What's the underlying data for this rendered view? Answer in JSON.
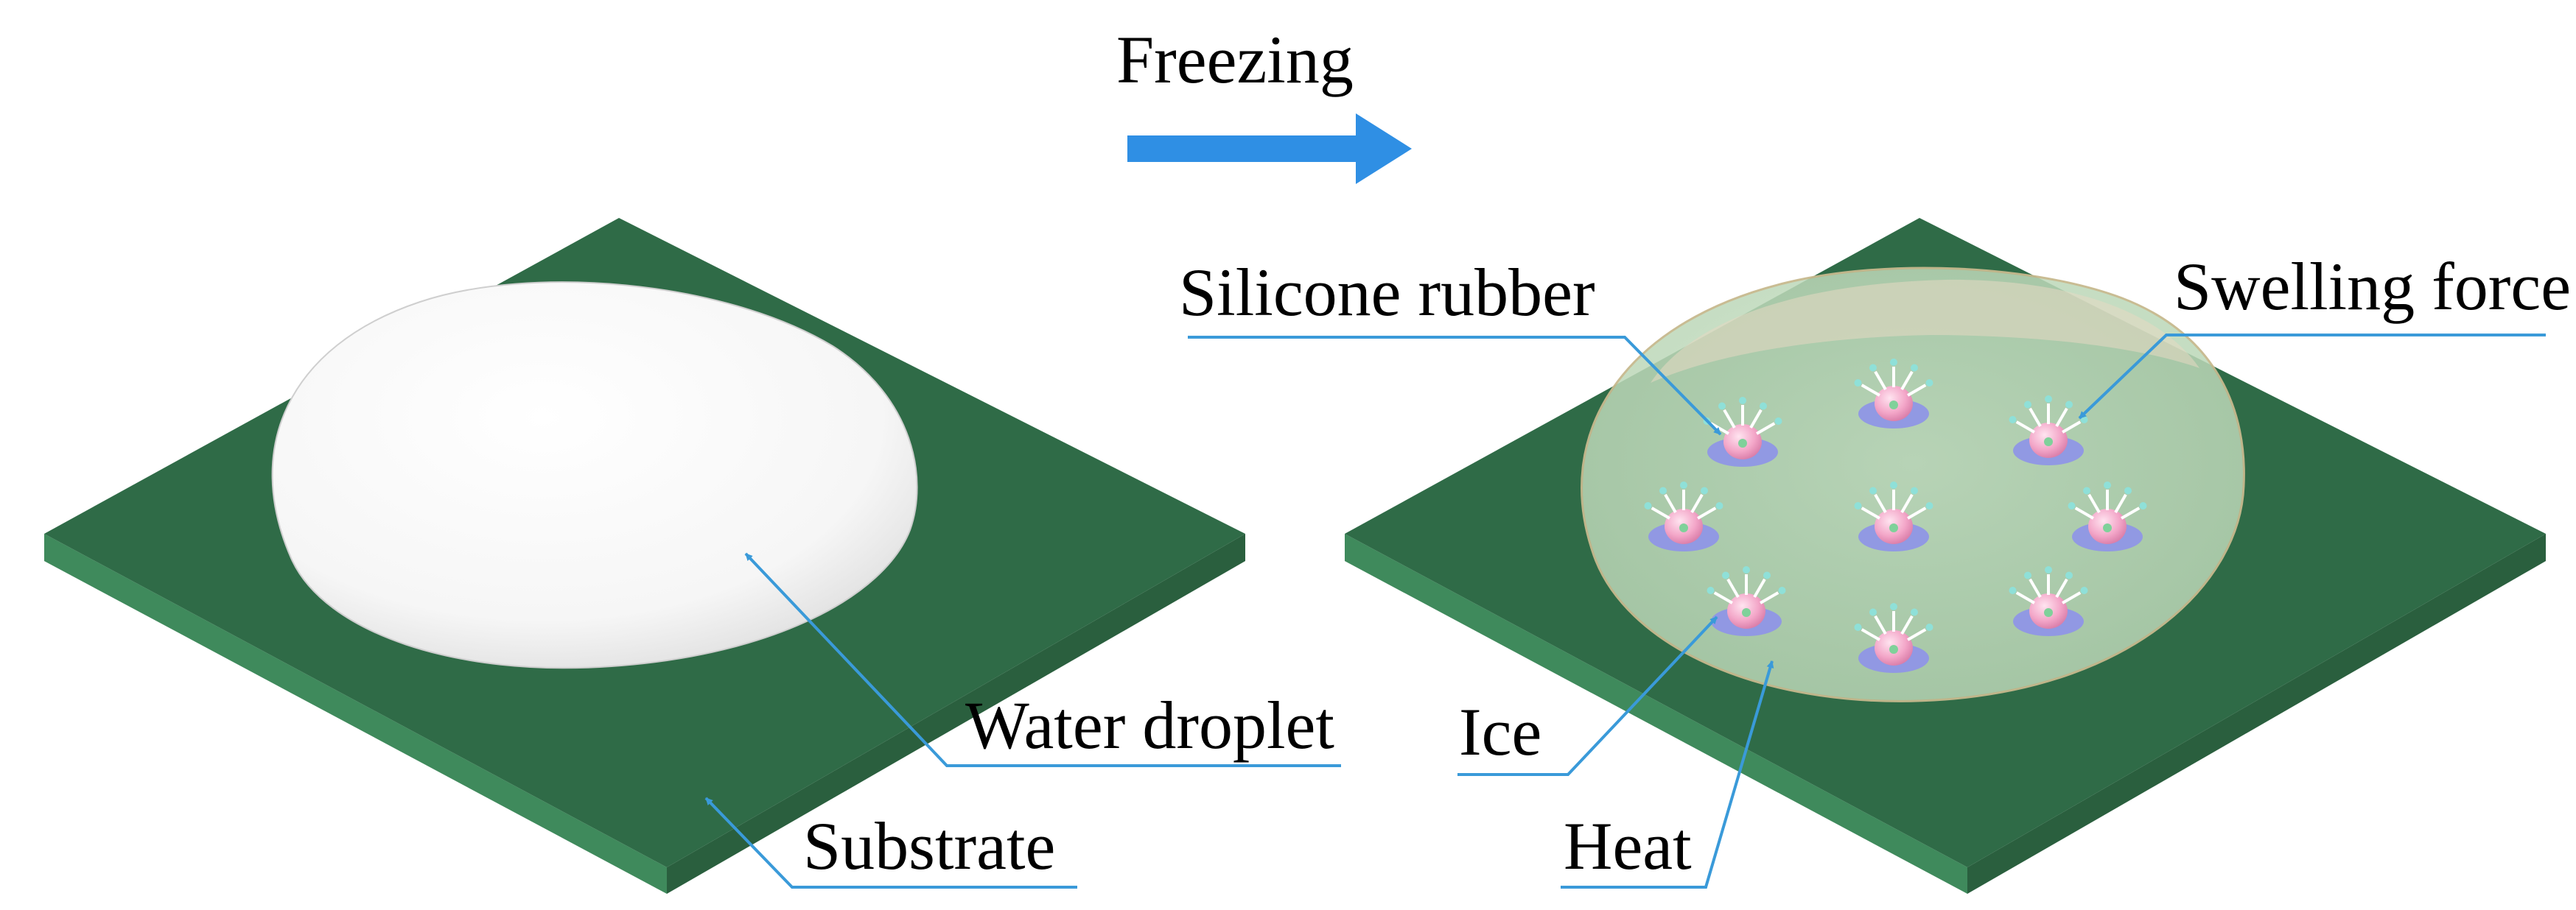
{
  "labels": {
    "freezing": "Freezing",
    "water_droplet": "Water droplet",
    "substrate": "Substrate",
    "silicone_rubber": "Silicone rubber",
    "swelling_force": "Swelling force",
    "ice": "Ice",
    "heat": "Heat"
  },
  "colors": {
    "substrate_top": "#2f6b47",
    "substrate_side_left": "#3f8a5c",
    "substrate_side_right": "#2a5f3e",
    "droplet": "#f7f7f7",
    "frozen_dome": "#d9e8c7",
    "frozen_dome_cap": "#e6d9c2",
    "ice_nucleus": "#f3a6c8",
    "nucleus_ring": "#8f96e6",
    "arrow_blue": "#2f8fe4",
    "leader": "#3a9ad9"
  },
  "icons": {
    "process_arrow": "right-arrow-icon",
    "heat_arrows": "small-up-arrow-icon"
  }
}
